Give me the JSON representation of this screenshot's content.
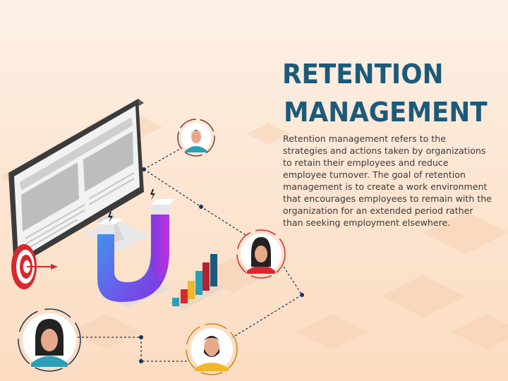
{
  "title": {
    "line1": "RETENTION",
    "line2": "MANAGEMENT"
  },
  "description": "Retention management refers to the strategies and actions taken by organizations to retain their employees and reduce employee turnover. The goal of retention management is to create a work environment that encourages employees to remain with the organization for an extended period rather than seeking employment elsewhere.",
  "illustration": {
    "icons": [
      "monitor-icon",
      "magnet-icon",
      "target-icon",
      "bar-chart-icon",
      "avatar-man-icon",
      "avatar-woman-icon",
      "avatar-bearded-man-icon"
    ],
    "colors": {
      "title": "#1d5a7a",
      "monitor_frame": "#3b3b3b",
      "magnet_gradient_start": "#3aa0ef",
      "magnet_gradient_end": "#8a2be2",
      "target_red": "#d7282f",
      "connector": "#1d3557"
    }
  }
}
